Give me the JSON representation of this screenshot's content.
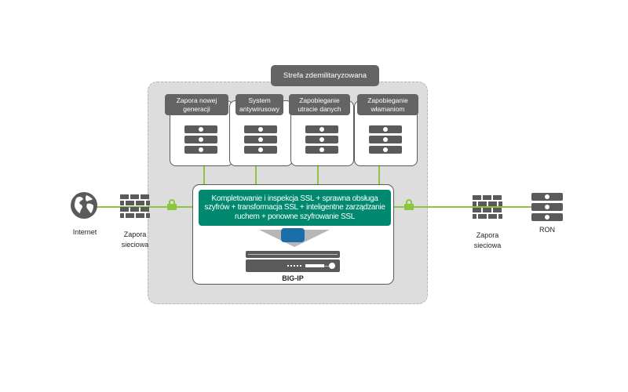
{
  "diagram": {
    "dmz": {
      "label": "Strefa zdemilitaryzowana"
    },
    "modules": [
      {
        "label": "Zapora nowej generacji",
        "icon": "server-rack-icon"
      },
      {
        "label": "System antywirusowy",
        "icon": "server-rack-icon"
      },
      {
        "label": "Zapobieganie utracie danych",
        "icon": "server-rack-icon"
      },
      {
        "label": "Zapobieganie włamaniom",
        "icon": "server-rack-icon"
      }
    ],
    "ssl_banner": "Kompletowanie i inspekcja SSL + sprawna obsługa szyfrów + transformacja SSL + inteligentne zarządzanie ruchem + ponowne szyfrowanie SSL",
    "bigip": {
      "label": "BIG-IP",
      "icon": "appliance-icon"
    },
    "left": {
      "internet": {
        "label": "Internet",
        "icon": "globe-icon"
      },
      "firewall": {
        "label": "Zapora sieciowa",
        "icon": "brick-wall-icon"
      },
      "lock_icon": "padlock-icon"
    },
    "right": {
      "firewall": {
        "label": "Zapora sieciowa",
        "icon": "brick-wall-icon"
      },
      "ron": {
        "label": "RON",
        "icon": "server-rack-icon"
      },
      "lock_icon": "padlock-icon"
    },
    "colors": {
      "connection": "#8cc63f",
      "banner": "#00896f",
      "label_bg": "#646464",
      "dmz_bg": "#dcdddc",
      "chip": "#1b6fa8"
    }
  }
}
